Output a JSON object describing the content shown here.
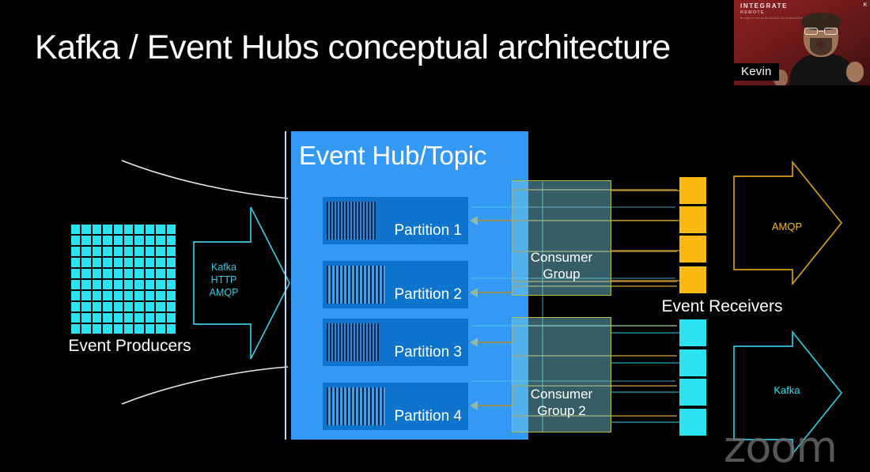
{
  "slide": {
    "title": "Kafka / Event Hubs conceptual architecture",
    "background_color": "#000000"
  },
  "video_tile": {
    "brand_line1": "INTEGRATE",
    "brand_line2": "REMOTE",
    "brand_line3": "Brought to you by  BizTalk360  Serverless360  Atomic Scope  Turbo360",
    "corner_text": "K",
    "participant_name": "Kevin"
  },
  "producers": {
    "label": "Event Producers",
    "grid_rows": 10,
    "grid_cols": 10,
    "cell_color": "#2BE3F0"
  },
  "ingest": {
    "protocols": [
      "Kafka",
      "HTTP",
      "AMQP"
    ],
    "arrow_color": "#39C8E0"
  },
  "hub": {
    "title": "Event Hub/Topic",
    "background_color": "#3399F5",
    "partitions": [
      {
        "label": "Partition 1"
      },
      {
        "label": "Partition 2"
      },
      {
        "label": "Partition 3"
      },
      {
        "label": "Partition 4"
      }
    ]
  },
  "consumer_groups": [
    {
      "label_line1": "Consumer",
      "label_line2": "Group",
      "border_color": "#B5BF48"
    },
    {
      "label_line1": "Consumer",
      "label_line2": "Group 2",
      "border_color": "#B5BF48"
    }
  ],
  "receivers": {
    "label": "Event Receivers",
    "group_amqp": {
      "count": 4,
      "color": "#FDB913"
    },
    "group_kafka": {
      "count": 4,
      "color": "#2BE3F0"
    }
  },
  "protocol_arrows": [
    {
      "label": "AMQP",
      "color": "#FDB913"
    },
    {
      "label": "Kafka",
      "color": "#2BE3F0"
    }
  ],
  "watermark": {
    "text": "zoom"
  }
}
